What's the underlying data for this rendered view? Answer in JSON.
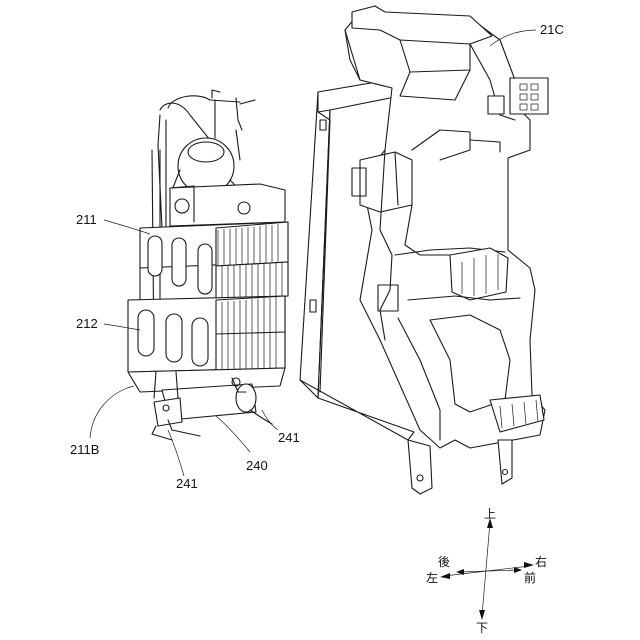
{
  "figure": {
    "labels": {
      "housing": "21C",
      "upper_exchanger": "211",
      "lower_exchanger": "212",
      "frame": "211B",
      "bracket_right": "241",
      "bracket_left": "241",
      "unit": "240"
    },
    "compass": {
      "up": "上",
      "down": "下",
      "back": "後",
      "left": "左",
      "right": "右",
      "front": "前"
    }
  }
}
